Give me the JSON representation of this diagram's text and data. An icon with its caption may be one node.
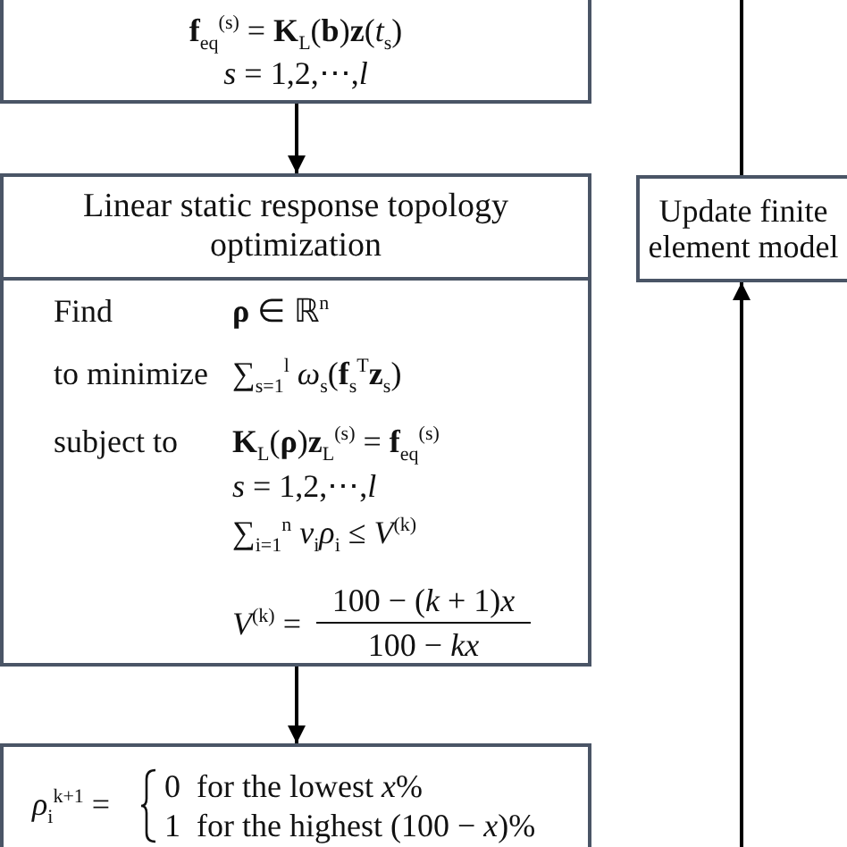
{
  "diagram": {
    "nodes": [
      {
        "text": [
          "**f**$_{eq}$$^{(s)}$ = **K**$_{L}$(**b**)**z**(*t*$_{s}$)",
          "*s* = 1,2,⋯,*l*"
        ]
      },
      {
        "text": [
          "Linear static response topology optimization",
          "Find",
          "**ρ** ∈ ℝ$^{n}$",
          "to minimize",
          "∑$_{s=1}$$^{l}$ *ω*$_{s}$(**f**$_{s}$$^{T}$**z**$_{s}$)",
          "subject to",
          "**K**$_{L}$(**ρ**)**z**$_{L}$$^{(s)}$ = **f**$_{eq}$$^{(s)}$",
          "*s* = 1,2,⋯,*l*",
          "∑$_{i=1}$$^{n}$ *ν*$_{i}$*ρ*$_{i}$ ≤ *V*$^{(k)}$",
          "*V*$^{(k)}$ =",
          "100 − (*k* + 1)*x*",
          "100 − *kx*"
        ]
      },
      {
        "text": [
          "*ρ*$_{i}$$^{k+1}$ =",
          "0",
          "for the lowest *x*%",
          "1",
          "for the highest (100 − *x*)%"
        ]
      },
      {
        "text": [
          "Update finite element model"
        ]
      }
    ],
    "edges": [
      {
        "from": 0,
        "to": 1,
        "arrow": "to"
      },
      {
        "from": 3,
        "to": null,
        "arrow": "none"
      },
      {
        "from": 1,
        "to": 2,
        "arrow": "to"
      },
      {
        "from": null,
        "to": 3,
        "arrow": "to"
      }
    ]
  }
}
